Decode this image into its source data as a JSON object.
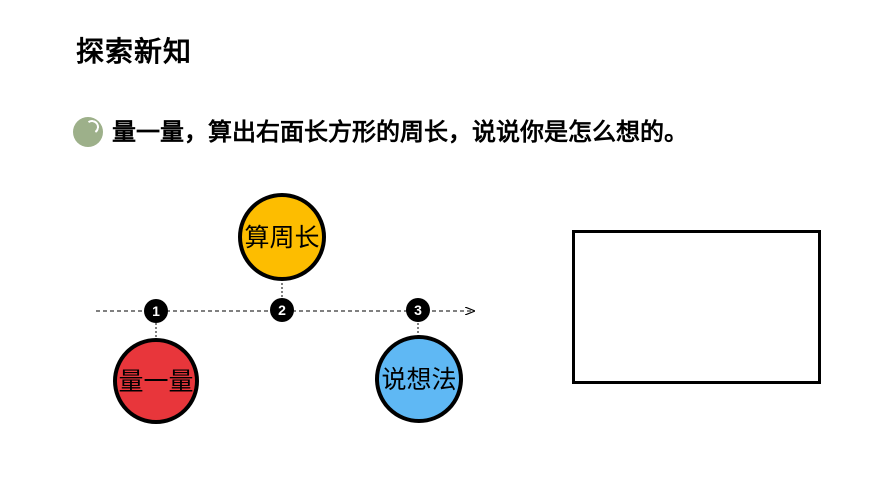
{
  "title": "探索新知",
  "instruction": "量一量，算出右面长方形的周长，说说你是怎么想的。",
  "flow": {
    "steps": [
      {
        "number": "1",
        "label": "量一量",
        "color": "#e8363b"
      },
      {
        "number": "2",
        "label": "算周长",
        "color": "#fdbd00"
      },
      {
        "number": "3",
        "label": "说想法",
        "color": "#5fb8f4"
      }
    ]
  },
  "colors": {
    "bullet": "#9db08a",
    "outline": "#000000"
  }
}
